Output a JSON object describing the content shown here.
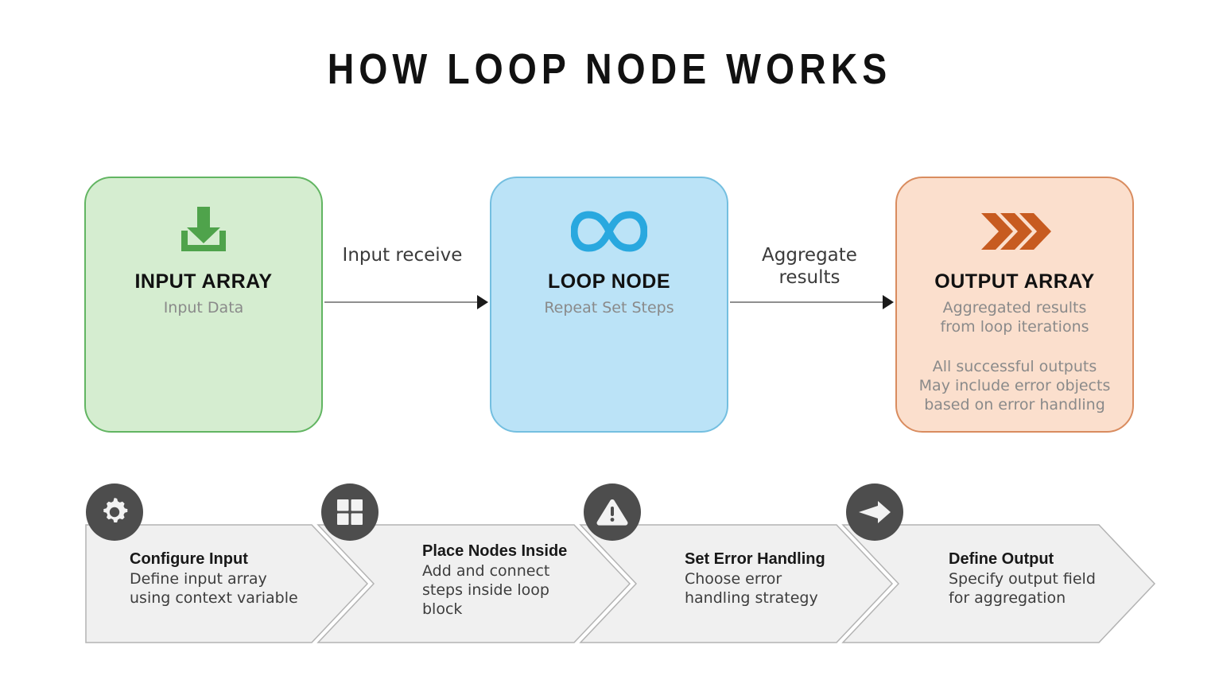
{
  "title": "HOW LOOP NODE WORKS",
  "colors": {
    "input_fill": "#d5edd0",
    "input_border": "#62b562",
    "input_icon": "#4fa34b",
    "loop_fill": "#bbe3f7",
    "loop_border": "#74bfe0",
    "loop_icon": "#29a8df",
    "output_fill": "#fbdfcd",
    "output_border": "#d98c5f",
    "output_icon": "#c75b20",
    "step_fill": "#f0f0f0",
    "step_border": "#b3b3b3",
    "badge": "#4d4d4d",
    "connector": "#8f8f8f"
  },
  "flow": {
    "nodes": [
      {
        "id": "input-array",
        "icon": "download-icon",
        "title": "INPUT ARRAY",
        "subtitle": "Input Data",
        "subtitle2": ""
      },
      {
        "id": "loop-node",
        "icon": "infinity-icon",
        "title": "LOOP NODE",
        "subtitle": "Repeat Set Steps",
        "subtitle2": ""
      },
      {
        "id": "output-array",
        "icon": "double-chevron-right-icon",
        "title": "OUTPUT ARRAY",
        "subtitle": "Aggregated results\nfrom loop iterations",
        "subtitle2": "All successful outputs\nMay include error objects\nbased on error handling"
      }
    ],
    "connectors": [
      {
        "id": "input-to-loop",
        "label": "Input receive"
      },
      {
        "id": "loop-to-output",
        "label": "Aggregate\nresults"
      }
    ]
  },
  "steps": [
    {
      "id": "configure-input",
      "icon": "gear-icon",
      "title": "Configure Input",
      "desc": "Define input array\nusing context variable"
    },
    {
      "id": "place-nodes-inside",
      "icon": "grid-icon",
      "title": "Place Nodes Inside",
      "desc": "Add and connect\nsteps inside loop\nblock"
    },
    {
      "id": "set-error-handling",
      "icon": "warning-triangle-icon",
      "title": "Set Error Handling",
      "desc": "Choose error\nhandling strategy"
    },
    {
      "id": "define-output",
      "icon": "arrow-right-icon",
      "title": "Define Output",
      "desc": "Specify output field\nfor aggregation"
    }
  ]
}
